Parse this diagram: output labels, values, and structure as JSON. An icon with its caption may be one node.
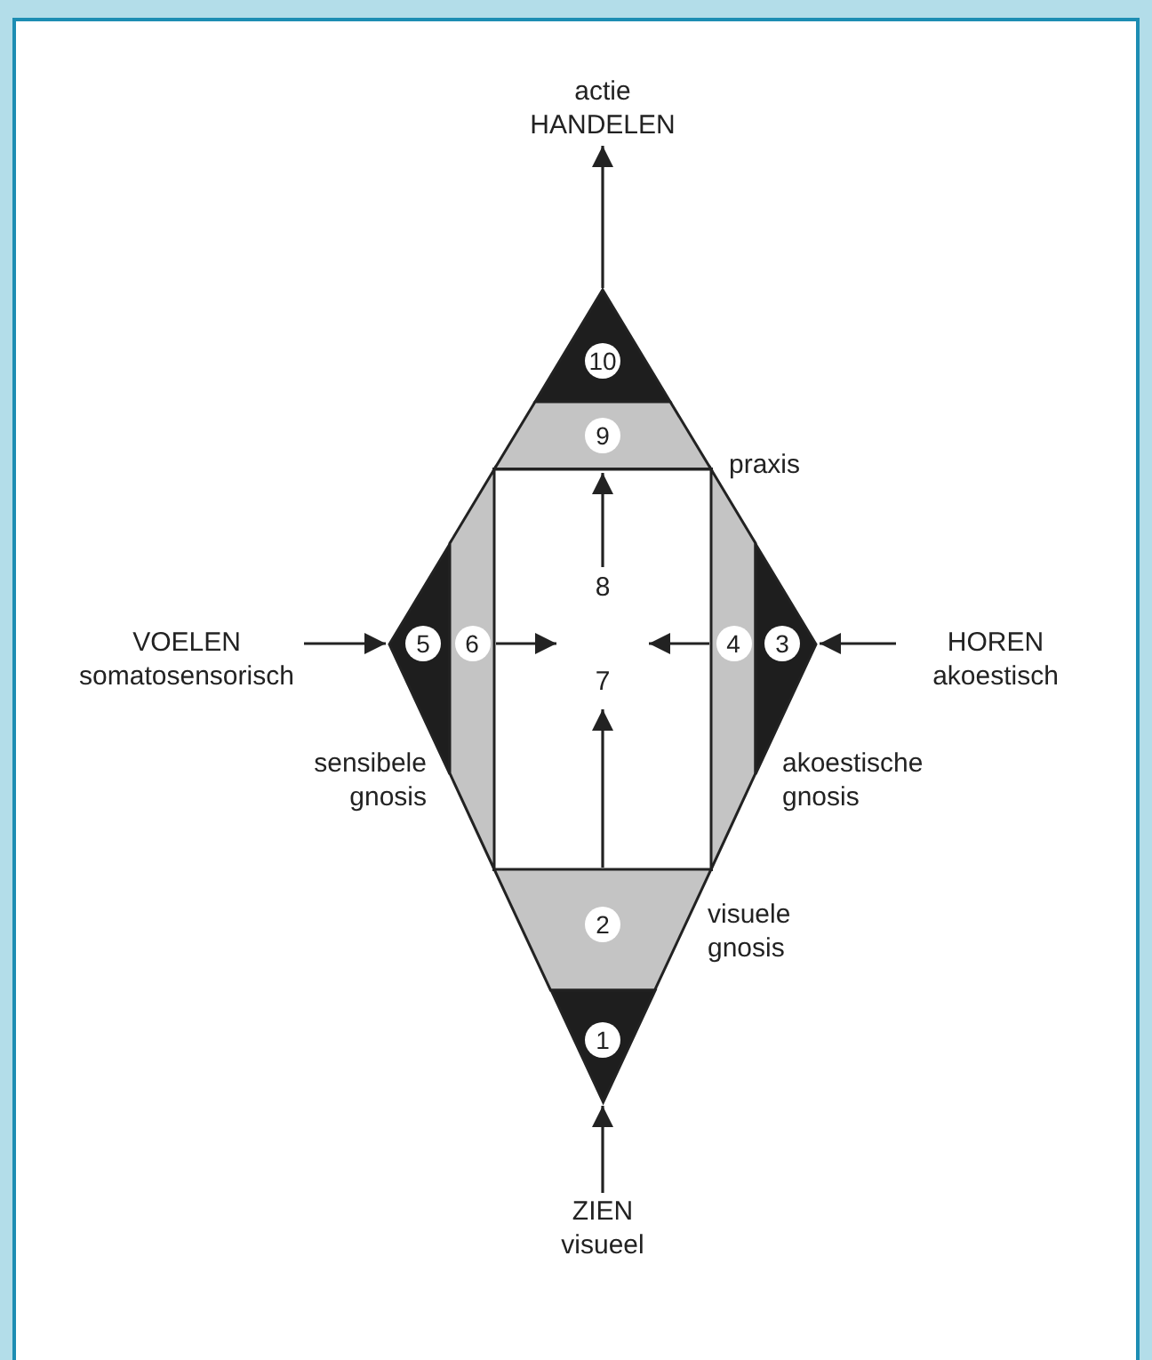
{
  "diagram": {
    "nodes": [
      {
        "text": [
          "actie",
          "HANDELEN"
        ]
      },
      {
        "text": [
          "10"
        ]
      },
      {
        "text": [
          "9"
        ]
      },
      {
        "text": [],
        "shape": "box"
      },
      {
        "text": [
          "8"
        ],
        "in": 3
      },
      {
        "text": [
          "VOELEN",
          "somatosensorisch"
        ]
      },
      {
        "text": [
          "5"
        ]
      },
      {
        "text": [
          "6"
        ]
      },
      {
        "text": [
          "7"
        ],
        "in": 3
      },
      {
        "text": [
          "4"
        ]
      },
      {
        "text": [
          "3"
        ]
      },
      {
        "text": [
          "HOREN",
          "akoestisch"
        ]
      },
      {
        "text": [
          "2"
        ]
      },
      {
        "text": [
          "1"
        ]
      },
      {
        "text": [
          "ZIEN",
          "visueel"
        ]
      }
    ],
    "edges": [
      {
        "from": 1,
        "to": 0,
        "arrow": "to"
      },
      {
        "from": 4,
        "to": 2,
        "arrow": "to"
      },
      {
        "from": 5,
        "to": 6,
        "arrow": "to"
      },
      {
        "from": 7,
        "to": 8,
        "arrow": "to"
      },
      {
        "from": 9,
        "to": 8,
        "arrow": "to"
      },
      {
        "from": 11,
        "to": 10,
        "arrow": "to"
      },
      {
        "from": 12,
        "to": 8,
        "arrow": "to"
      },
      {
        "from": 14,
        "to": 13,
        "arrow": "to"
      }
    ],
    "labels": [
      "praxis",
      "sensibele gnosis",
      "akoestische gnosis",
      "visuele gnosis"
    ]
  }
}
